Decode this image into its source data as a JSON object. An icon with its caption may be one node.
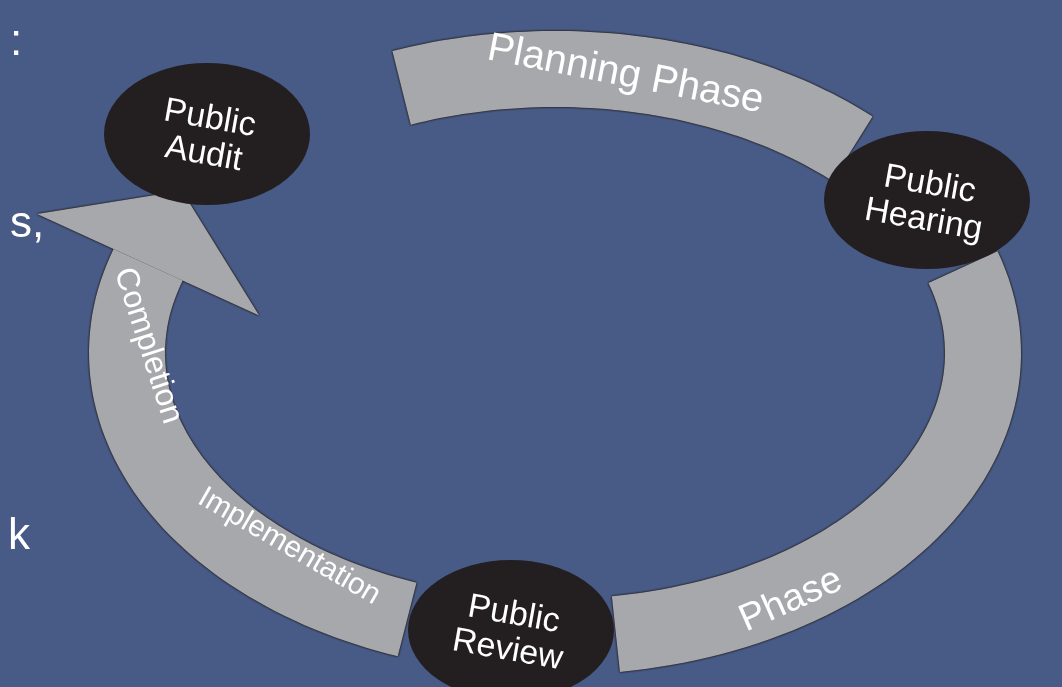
{
  "diagram": {
    "nodes": [
      {
        "text": [
          "Public Audit"
        ]
      },
      {
        "text": [
          "Public Hearing"
        ]
      },
      {
        "text": [
          "Public Review"
        ]
      }
    ],
    "edges": [
      {
        "from": null,
        "to": 1,
        "arrow": "none"
      },
      {
        "from": 1,
        "to": 2,
        "arrow": "none"
      },
      {
        "from": 2,
        "to": 0,
        "arrow": "to"
      }
    ],
    "labels": [
      ":",
      "s,",
      "k",
      "Planning Phase",
      "Phase",
      "Implementation",
      "Completion"
    ]
  }
}
